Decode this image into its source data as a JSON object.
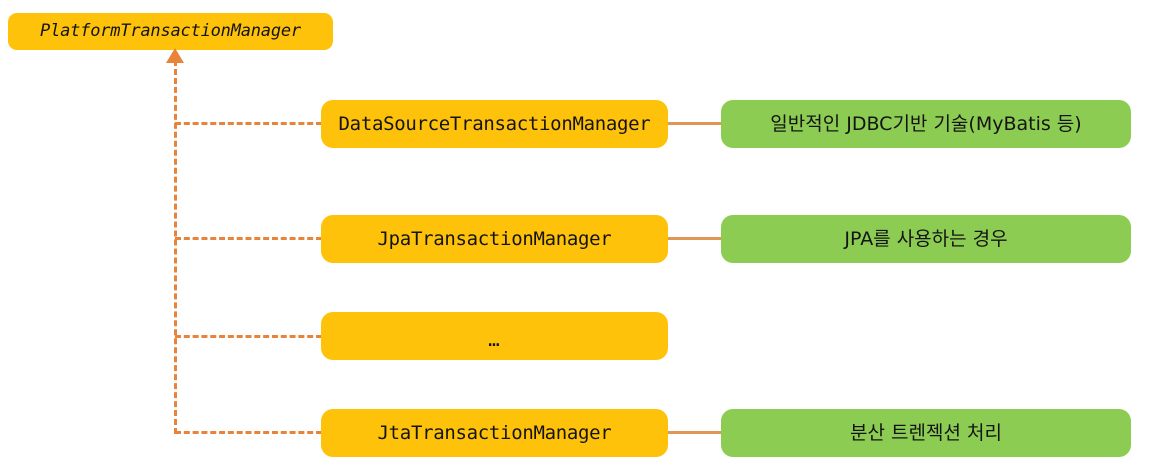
{
  "diagram": {
    "title_box": {
      "label": "PlatformTransactionManager",
      "style": "interface",
      "color": "#FFC20A"
    },
    "colors": {
      "implementation_box": "#FFC20A",
      "description_box": "#8DCC53",
      "inheritance_line": "#E8843A",
      "connector_line": "#E09654",
      "text": "#141414",
      "background": "#FFFFFF"
    },
    "rows": [
      {
        "implementation": "DataSourceTransactionManager",
        "description": "일반적인 JDBC기반 기술(MyBatis 등)",
        "has_description": true
      },
      {
        "implementation": "JpaTransactionManager",
        "description": "JPA를 사용하는 경우",
        "has_description": true
      },
      {
        "implementation": "…",
        "description": "",
        "has_description": false
      },
      {
        "implementation": "JtaTransactionManager",
        "description": "분산 트렌젝션 처리",
        "has_description": true
      }
    ]
  }
}
